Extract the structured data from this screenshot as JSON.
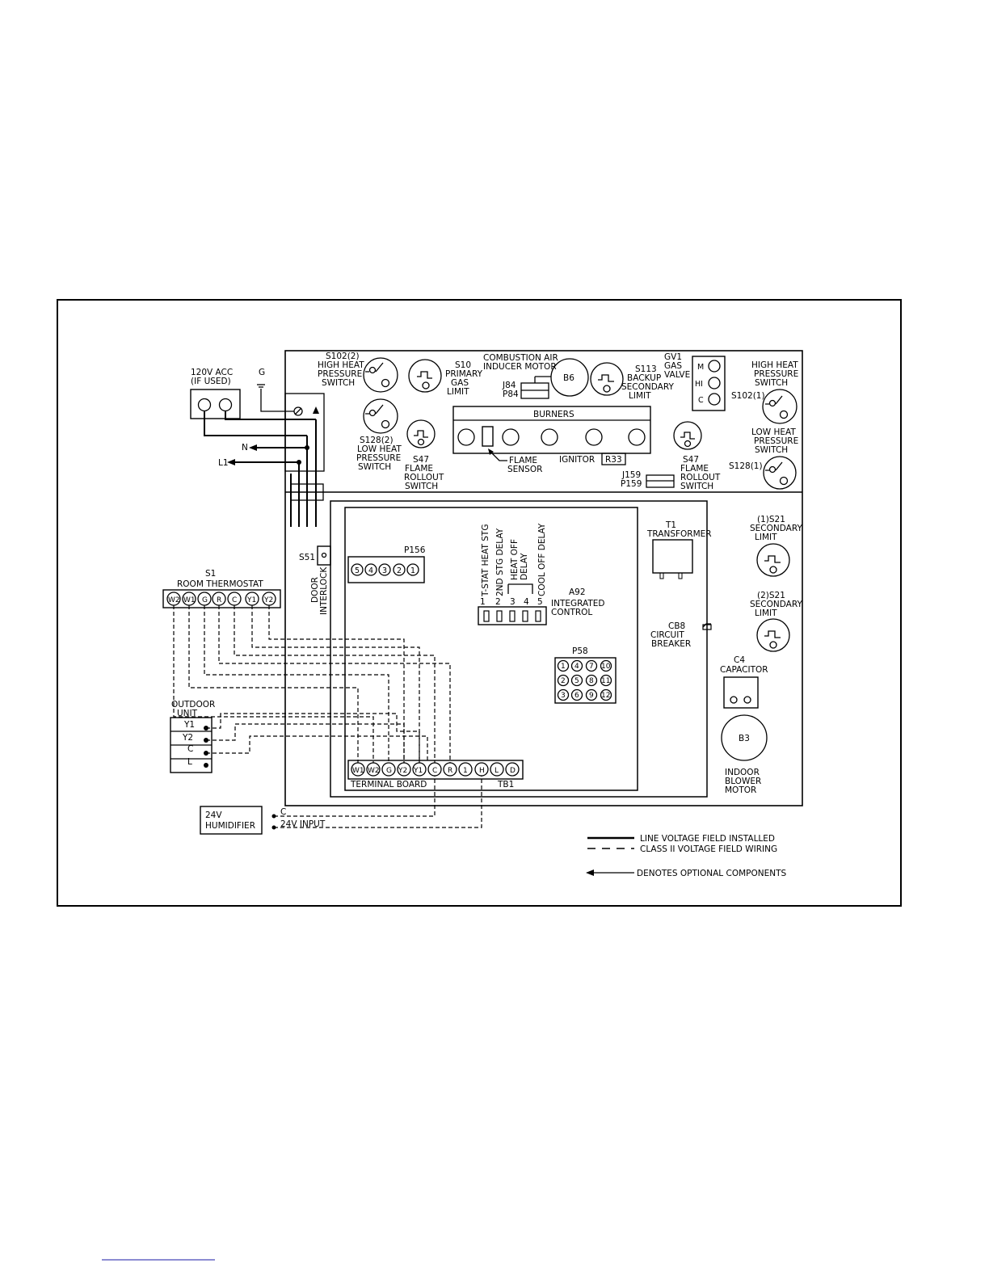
{
  "labels": {
    "acc_line1": "120V ACC",
    "acc_line2": "(IF USED)",
    "ground": "G",
    "neutral": "N",
    "line1": "L1",
    "s102_top": [
      "S102(2)",
      "HIGH HEAT",
      "PRESSURE",
      "SWITCH"
    ],
    "s10": [
      "S10",
      "PRIMARY",
      "GAS",
      "LIMIT"
    ],
    "inducer": [
      "COMBUSTION AIR",
      "INDUCER MOTOR"
    ],
    "b6": "B6",
    "j84": "J84",
    "p84": "P84",
    "s113": [
      "S113",
      "BACKUP",
      "SECONDARY",
      "LIMIT"
    ],
    "gv1": [
      "GV1",
      "GAS",
      "VALVE"
    ],
    "gv_terms": [
      "M",
      "HI",
      "C"
    ],
    "high_heat_right": [
      "HIGH HEAT",
      "PRESSURE",
      "SWITCH"
    ],
    "s102_right": "S102(1)",
    "s128_left": [
      "S128(2)",
      "LOW HEAT",
      "PRESSURE",
      "SWITCH"
    ],
    "s47_left": [
      "S47",
      "FLAME",
      "ROLLOUT",
      "SWITCH"
    ],
    "burners": "BURNERS",
    "flame_sensor": [
      "FLAME",
      "SENSOR"
    ],
    "ignitor": "IGNITOR",
    "r33": "R33",
    "j159": "J159",
    "p159": "P159",
    "s47_right": [
      "S47",
      "FLAME",
      "ROLLOUT",
      "SWITCH"
    ],
    "low_heat_right": [
      "LOW HEAT",
      "PRESSURE",
      "SWITCH"
    ],
    "s128_right": "S128(1)",
    "s51": "S51",
    "door_interlock": [
      "DOOR",
      "INTERLOCK"
    ],
    "p156": "P156",
    "p156_pins": [
      "5",
      "4",
      "3",
      "2",
      "1"
    ],
    "dip_labels": [
      "T-STAT HEAT STG",
      "2ND STG DELAY",
      "HEAT OFF",
      "DELAY",
      "COOL OFF DELAY"
    ],
    "dip_numbers": [
      "1",
      "2",
      "3",
      "4",
      "5"
    ],
    "a92": [
      "A92",
      "INTEGRATED",
      "CONTROL"
    ],
    "t1": [
      "T1",
      "TRANSFORMER"
    ],
    "s21_1": [
      "(1)S21",
      "SECONDARY",
      "LIMIT"
    ],
    "s21_2": [
      "(2)S21",
      "SECONDARY",
      "LIMIT"
    ],
    "cb8": [
      "CB8",
      "CIRCUIT",
      "BREAKER"
    ],
    "p58": "P58",
    "p58_pins": [
      "1",
      "4",
      "7",
      "10",
      "2",
      "5",
      "8",
      "11",
      "3",
      "6",
      "9",
      "12"
    ],
    "c4": [
      "C4",
      "CAPACITOR"
    ],
    "b3": "B3",
    "blower": [
      "INDOOR",
      "BLOWER",
      "MOTOR"
    ],
    "s1": "S1",
    "room_thermostat": "ROOM  THERMOSTAT",
    "thermostat_terms": [
      "W2",
      "W1",
      "G",
      "R",
      "C",
      "Y1",
      "Y2"
    ],
    "outdoor": [
      "OUTDOOR",
      "UNIT"
    ],
    "outdoor_terms": [
      "Y1",
      "Y2",
      "C",
      "L"
    ],
    "terminal_terms": [
      "W1",
      "W2",
      "G",
      "Y2",
      "Y1",
      "C",
      "R",
      "1",
      "H",
      "L",
      "D"
    ],
    "terminal_board": "TERMINAL  BOARD",
    "tb1": "TB1",
    "humidifier": [
      "24V",
      "HUMIDIFIER"
    ],
    "hum_c": "C",
    "hum_input": "24V  INPUT",
    "legend_line": "LINE VOLTAGE FIELD INSTALLED",
    "legend_class2": "CLASS II VOLTAGE FIELD WIRING",
    "legend_optional": "DENOTES OPTIONAL COMPONENTS"
  }
}
